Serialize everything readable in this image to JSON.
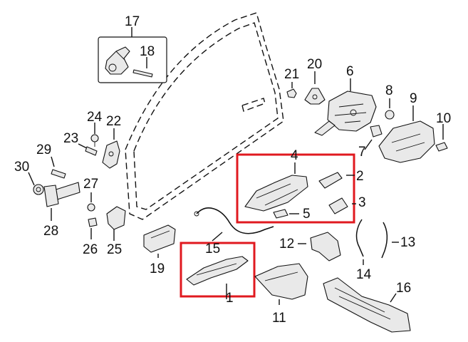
{
  "callouts": [
    {
      "id": "c1",
      "text": "1"
    },
    {
      "id": "c2",
      "text": "2"
    },
    {
      "id": "c3",
      "text": "3"
    },
    {
      "id": "c4",
      "text": "4"
    },
    {
      "id": "c5",
      "text": "5"
    },
    {
      "id": "c6",
      "text": "6"
    },
    {
      "id": "c7",
      "text": "7"
    },
    {
      "id": "c8",
      "text": "8"
    },
    {
      "id": "c9",
      "text": "9"
    },
    {
      "id": "c10",
      "text": "10"
    },
    {
      "id": "c11",
      "text": "11"
    },
    {
      "id": "c12",
      "text": "12"
    },
    {
      "id": "c13",
      "text": "13"
    },
    {
      "id": "c14",
      "text": "14"
    },
    {
      "id": "c15",
      "text": "15"
    },
    {
      "id": "c16",
      "text": "16"
    },
    {
      "id": "c17",
      "text": "17"
    },
    {
      "id": "c18",
      "text": "18"
    },
    {
      "id": "c19",
      "text": "19"
    },
    {
      "id": "c20",
      "text": "20"
    },
    {
      "id": "c21",
      "text": "21"
    },
    {
      "id": "c22",
      "text": "22"
    },
    {
      "id": "c23",
      "text": "23"
    },
    {
      "id": "c24",
      "text": "24"
    },
    {
      "id": "c25",
      "text": "25"
    },
    {
      "id": "c26",
      "text": "26"
    },
    {
      "id": "c27",
      "text": "27"
    },
    {
      "id": "c28",
      "text": "28"
    },
    {
      "id": "c29",
      "text": "29"
    },
    {
      "id": "c30",
      "text": "30"
    }
  ],
  "highlight_color": "#e0191f"
}
